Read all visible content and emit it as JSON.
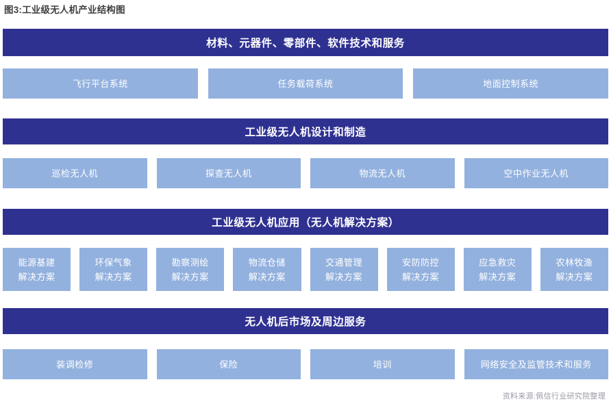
{
  "title": "图3:工业级无人机产业结构图",
  "colors": {
    "banner_bg": "#2f3191",
    "cell_bg": "#93b1de",
    "banner_text": "#ffffff",
    "cell_text": "#ffffff",
    "title_text": "#404040",
    "source_text": "#9a9aa8",
    "page_bg": "#ffffff"
  },
  "groups": [
    {
      "banner": "材料、元器件、零部件、软件技术和服务",
      "cells": [
        {
          "lines": [
            "飞行平台系统"
          ],
          "flex": 285
        },
        {
          "lines": [
            "任务载荷系统"
          ],
          "flex": 285
        },
        {
          "lines": [
            "地面控制系统"
          ],
          "flex": 285
        }
      ]
    },
    {
      "banner": "工业级无人机设计和制造",
      "cells": [
        {
          "lines": [
            "巡检无人机"
          ],
          "flex": 1
        },
        {
          "lines": [
            "探查无人机"
          ],
          "flex": 1
        },
        {
          "lines": [
            "物流无人机"
          ],
          "flex": 1
        },
        {
          "lines": [
            "空中作业无人机"
          ],
          "flex": 1
        }
      ]
    },
    {
      "banner": "工业级无人机应用（无人机解决方案）",
      "cells": [
        {
          "lines": [
            "能源基建",
            "解决方案"
          ],
          "flex": 1
        },
        {
          "lines": [
            "环保气象",
            "解决方案"
          ],
          "flex": 1
        },
        {
          "lines": [
            "勘察测绘",
            "解决方案"
          ],
          "flex": 1
        },
        {
          "lines": [
            "物流仓储",
            "解决方案"
          ],
          "flex": 1
        },
        {
          "lines": [
            "交通管理",
            "解决方案"
          ],
          "flex": 1
        },
        {
          "lines": [
            "安防防控",
            "解决方案"
          ],
          "flex": 1
        },
        {
          "lines": [
            "应急救灾",
            "解决方案"
          ],
          "flex": 1
        },
        {
          "lines": [
            "农林牧渔",
            "解决方案"
          ],
          "flex": 1
        }
      ]
    },
    {
      "banner": "无人机后市场及周边服务",
      "cells": [
        {
          "lines": [
            "装调检修"
          ],
          "flex": 1
        },
        {
          "lines": [
            "保险"
          ],
          "flex": 1
        },
        {
          "lines": [
            "培训"
          ],
          "flex": 1
        },
        {
          "lines": [
            "网络安全及监管技术和服务"
          ],
          "flex": 1
        }
      ]
    }
  ],
  "source": "资料来源:佩信行业研究院整理"
}
